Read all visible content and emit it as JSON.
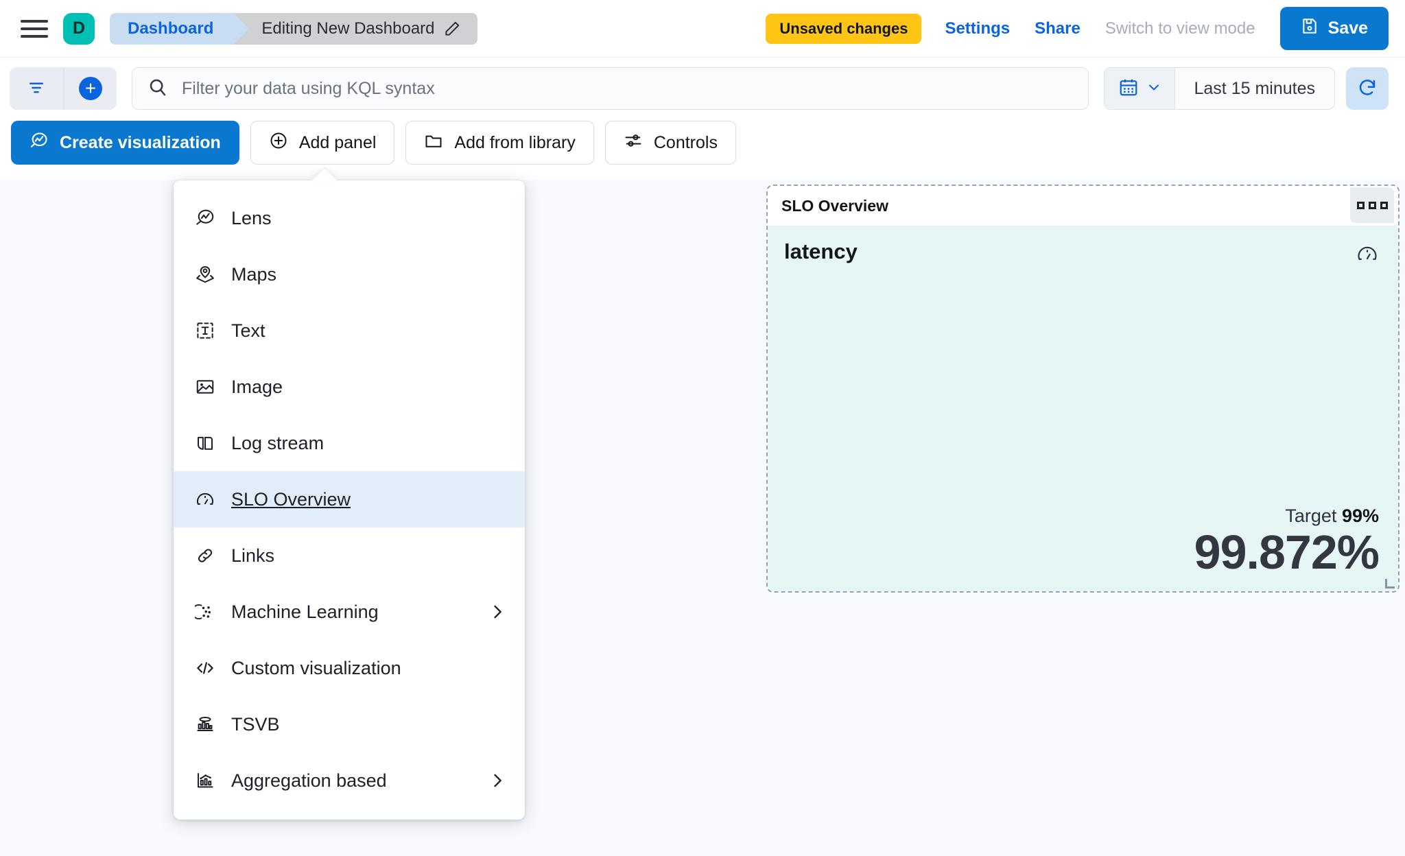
{
  "header": {
    "menu_icon": "hamburger-icon",
    "avatar_letter": "D",
    "breadcrumb_root": "Dashboard",
    "breadcrumb_current": "Editing New Dashboard",
    "edit_icon": "pencil-icon",
    "unsaved_badge": "Unsaved changes",
    "settings_link": "Settings",
    "share_link": "Share",
    "view_mode_link": "Switch to view mode",
    "save_label": "Save",
    "save_icon": "save-disk-icon",
    "accent_blue": "#0b78d0",
    "badge_yellow": "#fec514",
    "avatar_teal": "#00bfb3"
  },
  "querybar": {
    "filter_icon": "filter-icon",
    "add_filter_icon": "plus-icon",
    "search_placeholder": "Filter your data using KQL syntax",
    "search_value": "",
    "search_icon": "search-icon",
    "calendar_icon": "calendar-icon",
    "calendar_chevron": "chevron-down-icon",
    "time_range": "Last 15 minutes",
    "refresh_icon": "refresh-icon"
  },
  "toolbar": {
    "create_visualization": "Create visualization",
    "add_panel": "Add panel",
    "add_from_library": "Add from library",
    "controls": "Controls"
  },
  "add_panel_menu": {
    "items": [
      {
        "label": "Lens",
        "icon": "lens-icon",
        "has_submenu": false,
        "active": false
      },
      {
        "label": "Maps",
        "icon": "maps-icon",
        "has_submenu": false,
        "active": false
      },
      {
        "label": "Text",
        "icon": "text-icon",
        "has_submenu": false,
        "active": false
      },
      {
        "label": "Image",
        "icon": "image-icon",
        "has_submenu": false,
        "active": false
      },
      {
        "label": "Log stream",
        "icon": "log-stream-icon",
        "has_submenu": false,
        "active": false
      },
      {
        "label": "SLO Overview",
        "icon": "gauge-icon",
        "has_submenu": false,
        "active": true
      },
      {
        "label": "Links",
        "icon": "link-icon",
        "has_submenu": false,
        "active": false
      },
      {
        "label": "Machine Learning",
        "icon": "machine-learning-icon",
        "has_submenu": true,
        "active": false
      },
      {
        "label": "Custom visualization",
        "icon": "code-icon",
        "has_submenu": false,
        "active": false
      },
      {
        "label": "TSVB",
        "icon": "tsvb-icon",
        "has_submenu": false,
        "active": false
      },
      {
        "label": "Aggregation based",
        "icon": "aggregation-icon",
        "has_submenu": true,
        "active": false
      }
    ]
  },
  "slo_panel": {
    "panel_title": "SLO Overview",
    "context_menu_icon": "panel-context-menu-icon",
    "metric_name": "latency",
    "gauge_icon": "gauge-icon",
    "target_label": "Target",
    "target_value": "99%",
    "current_value": "99.872%",
    "body_color": "#e6f6f5"
  }
}
